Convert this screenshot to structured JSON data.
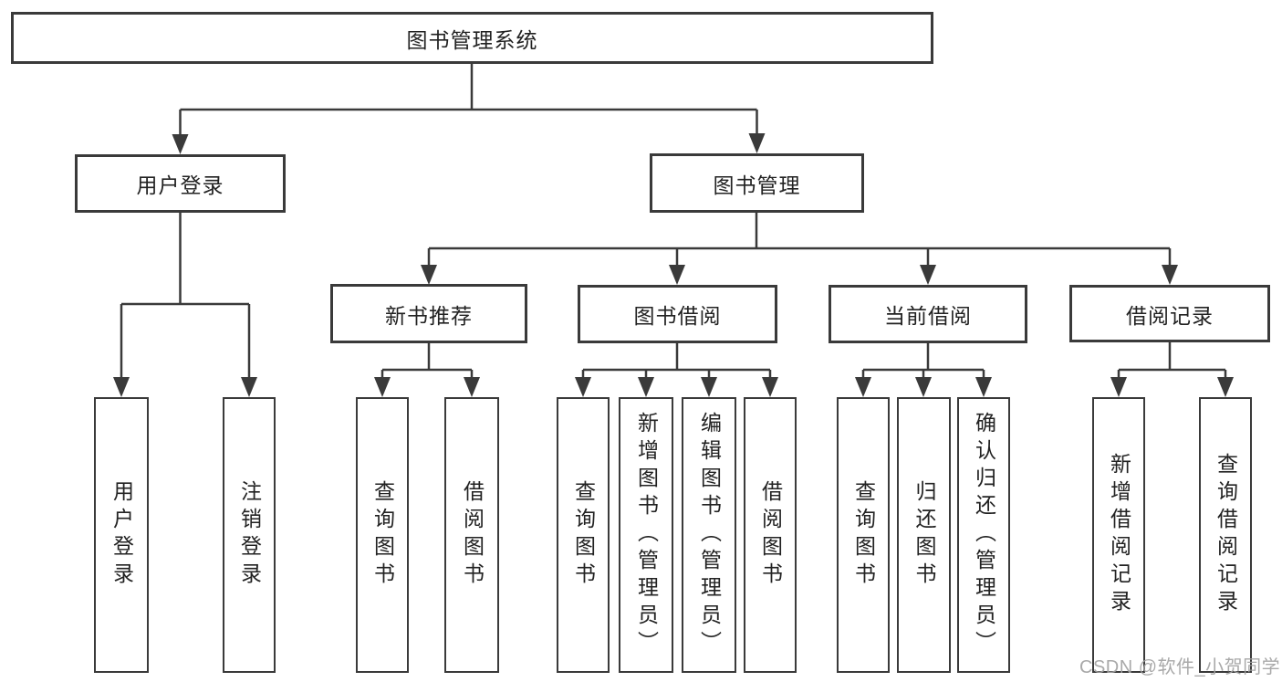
{
  "diagram": {
    "type": "functional-structure-tree",
    "hierarchy": {
      "root": "图书管理系统",
      "children": [
        {
          "label": "用户登录",
          "children": [
            "用户登录",
            "注销登录"
          ]
        },
        {
          "label": "图书管理",
          "children": [
            {
              "label": "新书推荐",
              "children": [
                "查询图书",
                "借阅图书"
              ]
            },
            {
              "label": "图书借阅",
              "children": [
                "查询图书",
                "新增图书（管理员）",
                "编辑图书（管理员）",
                "借阅图书"
              ]
            },
            {
              "label": "当前借阅",
              "children": [
                "查询图书",
                "归还图书",
                "确认归还（管理员）"
              ]
            },
            {
              "label": "借阅记录",
              "children": [
                "新增借阅记录",
                "查询借阅记录"
              ]
            }
          ]
        }
      ]
    }
  },
  "nodes": {
    "root": {
      "label": "图书管理系统"
    },
    "user_login": {
      "label": "用户登录"
    },
    "book_mgmt": {
      "label": "图书管理"
    },
    "new_book": {
      "label": "新书推荐"
    },
    "book_borrow": {
      "label": "图书借阅"
    },
    "current_borrow": {
      "label": "当前借阅"
    },
    "borrow_record": {
      "label": "借阅记录"
    },
    "leaf_user_login": {
      "label": "用户登录"
    },
    "leaf_logout": {
      "label": "注销登录"
    },
    "leaf_nb_query": {
      "label": "查询图书"
    },
    "leaf_nb_borrow": {
      "label": "借阅图书"
    },
    "leaf_bb_query": {
      "label": "查询图书"
    },
    "leaf_bb_add": {
      "label": "新增图书（管理员）"
    },
    "leaf_bb_edit": {
      "label": "编辑图书（管理员）"
    },
    "leaf_bb_borrow": {
      "label": "借阅图书"
    },
    "leaf_cb_query": {
      "label": "查询图书"
    },
    "leaf_cb_return": {
      "label": "归还图书"
    },
    "leaf_cb_confirm": {
      "label": "确认归还（管理员）"
    },
    "leaf_br_add": {
      "label": "新增借阅记录"
    },
    "leaf_br_query": {
      "label": "查询借阅记录"
    }
  },
  "watermark": {
    "text": "CSDN @软件_小贺同学"
  },
  "colors": {
    "background": "#ffffff",
    "line": "#3a3a3a",
    "box_border": "#3a3a3a",
    "text": "#222222",
    "watermark": "#a2a2a2"
  }
}
